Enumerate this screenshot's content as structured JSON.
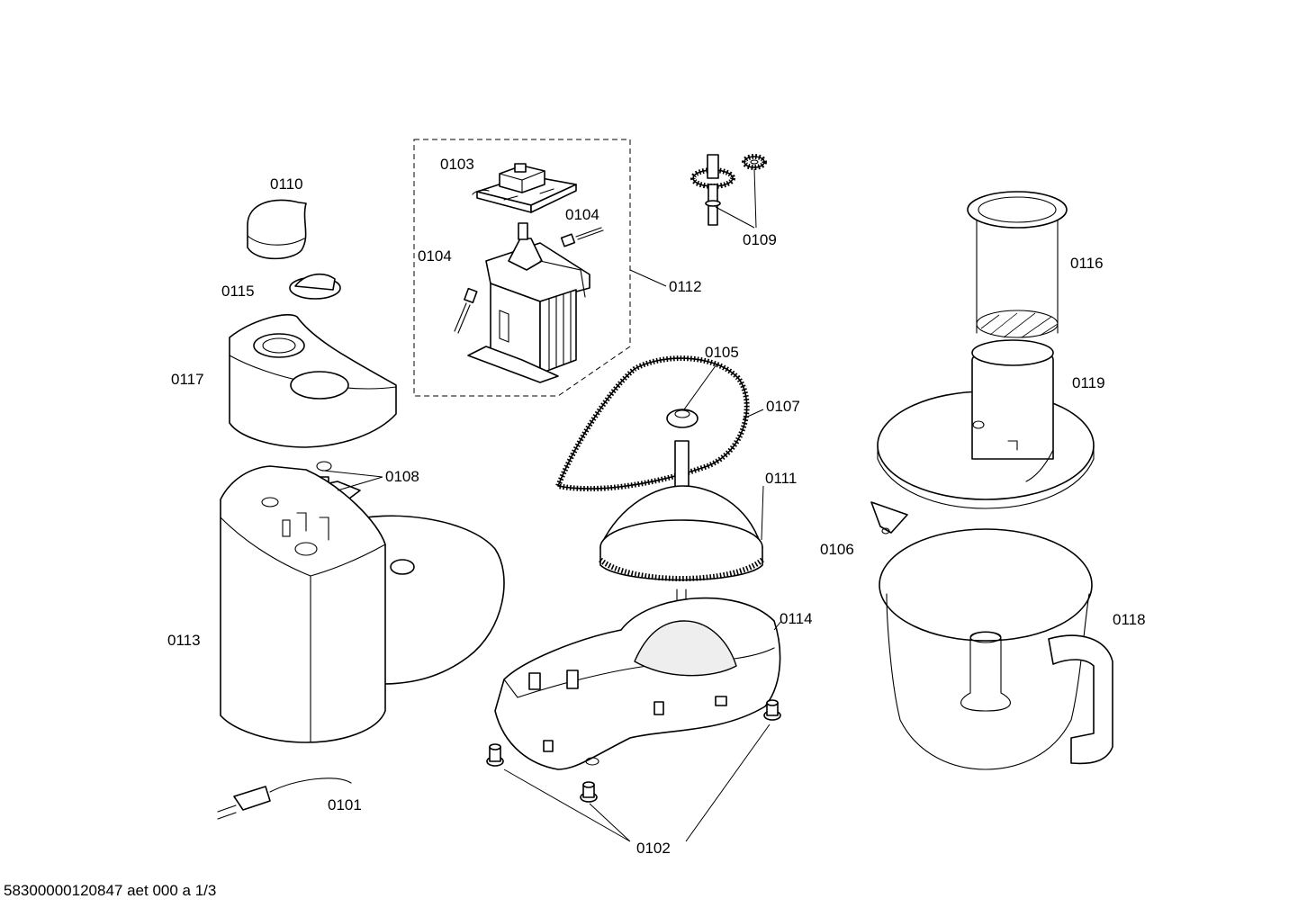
{
  "labels": {
    "p0101": "0101",
    "p0102": "0102",
    "p0103": "0103",
    "p0104a": "0104",
    "p0104b": "0104",
    "p0105": "0105",
    "p0106": "0106",
    "p0107": "0107",
    "p0108": "0108",
    "p0109": "0109",
    "p0110": "0110",
    "p0111": "0111",
    "p0112": "0112",
    "p0113": "0113",
    "p0114": "0114",
    "p0115": "0115",
    "p0116": "0116",
    "p0117": "0117",
    "p0118": "0118",
    "p0119": "0119"
  },
  "footer": "58300000120847 aet 000 a 1/3"
}
